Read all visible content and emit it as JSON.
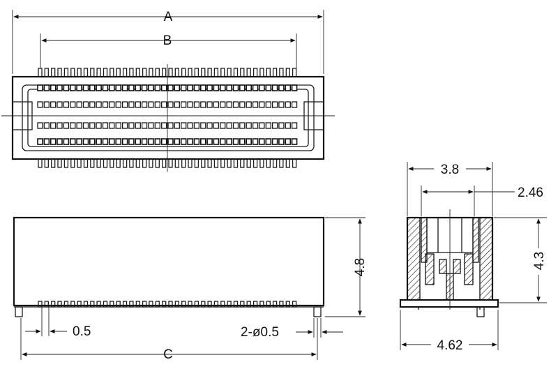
{
  "dimensions": {
    "a": "A",
    "b": "B",
    "c": "C",
    "width": "3.8",
    "inner_width": "2.46",
    "height_front": "4.8",
    "height_side": "4.3",
    "base_width": "4.62",
    "pitch": "0.5",
    "pin_holes": "2-ø0.5"
  },
  "pins": {
    "per_row": 40
  }
}
